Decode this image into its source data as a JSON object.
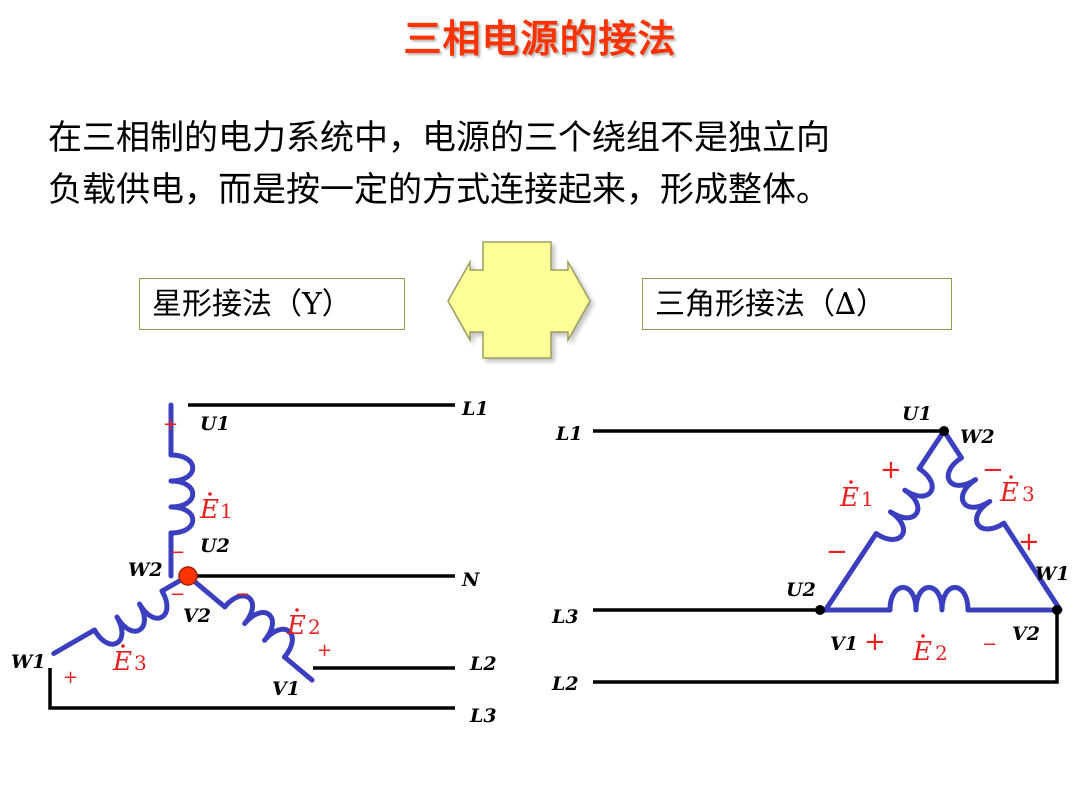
{
  "title": "三相电源的接法",
  "description": [
    "在三相制的电力系统中，电源的三个绕组不是独立向",
    "负载供电，而是按一定的方式连接起来，形成整体。"
  ],
  "star_label": "星形接法（Y）",
  "delta_label": "三角形接法（∆）",
  "colors": {
    "title": "#ff3300",
    "wire": "#3a3fc0",
    "emf": "#e82020",
    "node": "#ff3300",
    "arrow_fill": "#ffff99"
  },
  "star": {
    "terminals": {
      "U1": "U1",
      "U2": "U2",
      "W2": "W2",
      "V2": "V2",
      "W1": "W1",
      "V1": "V1"
    },
    "lines": {
      "L1": "L1",
      "N": "N",
      "L2": "L2",
      "L3": "L3"
    },
    "emf": {
      "symbol": "E",
      "sub1": "1",
      "sub2": "2",
      "sub3": "3"
    },
    "plus": "+",
    "minus": "−"
  },
  "delta": {
    "terminals": {
      "U1": "U1",
      "W2": "W2",
      "U2": "U2",
      "W1": "W1",
      "V1": "V1",
      "V2": "V2"
    },
    "lines": {
      "L1": "L1",
      "L3": "L3",
      "L2": "L2"
    },
    "emf": {
      "symbol": "E",
      "sub1": "1",
      "sub2": "2",
      "sub3": "3"
    },
    "plus": "+",
    "minus": "−"
  }
}
